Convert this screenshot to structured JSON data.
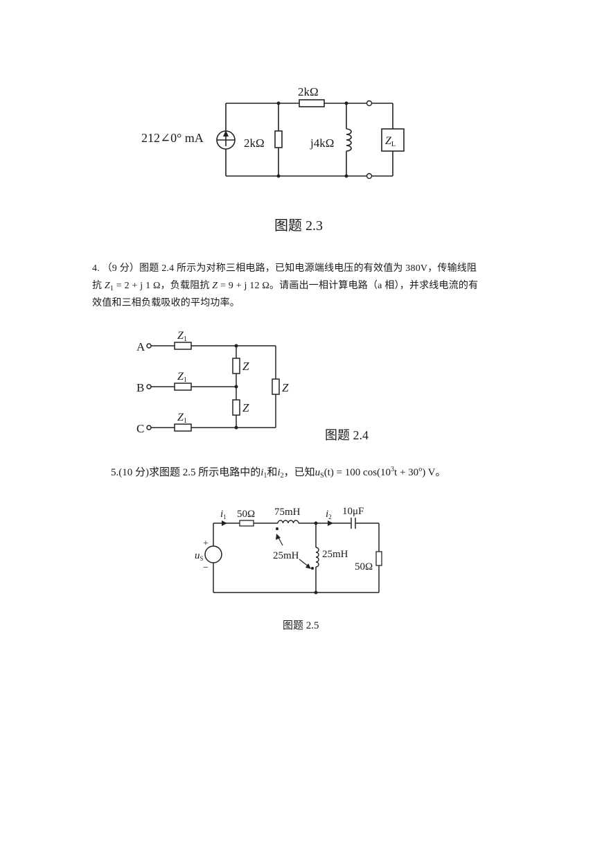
{
  "fig23": {
    "source_label": "212∠0° mA",
    "r_series": "2kΩ",
    "r_shunt": "2kΩ",
    "l_shunt": "j4kΩ",
    "load": "Z",
    "load_sub": "L",
    "caption": "图题 2.3"
  },
  "problem4": {
    "line1": "4. （9 分）图题 2.4 所示为对称三相电路，已知电源端线电压的有效值为 380V，传输线阻",
    "line2_a": "抗 ",
    "z1_sym": "Z",
    "z1_sub": "1",
    "z1_val": " = 2 + j 1 Ω，负载阻抗 ",
    "z_sym": "Z",
    "z_val": " = 9 + j 12 Ω。请画出一相计算电路（a 相），并求线电流的有",
    "line3": "效值和三相负载吸收的平均功率。"
  },
  "fig24": {
    "node_a": "A",
    "node_b": "B",
    "node_c": "C",
    "z1": "Z",
    "z1_sub": "1",
    "z": "Z",
    "caption": "图题 2.4"
  },
  "problem5": {
    "prefix": "5.(10 分)求图题 2.5 所示电路中的",
    "i": "i",
    "i1_sub": "1",
    "and": "和",
    "i2_sub": "2",
    "known": "，已知",
    "u": "u",
    "us_sub": "S",
    "eq_a": "(t) = 100 cos(10",
    "exp": "3",
    "eq_b": "t + 30",
    "deg": "o",
    "eq_c": ") V。"
  },
  "fig25": {
    "i1": "i",
    "i1_sub": "1",
    "r1": "50Ω",
    "l1": "75mH",
    "i2": "i",
    "i2_sub": "2",
    "c1": "10μF",
    "plus": "+",
    "minus": "−",
    "us": "u",
    "us_sub": "S",
    "m": "25mH",
    "l2": "25mH",
    "r2": "50Ω",
    "caption": "图题 2.5"
  }
}
